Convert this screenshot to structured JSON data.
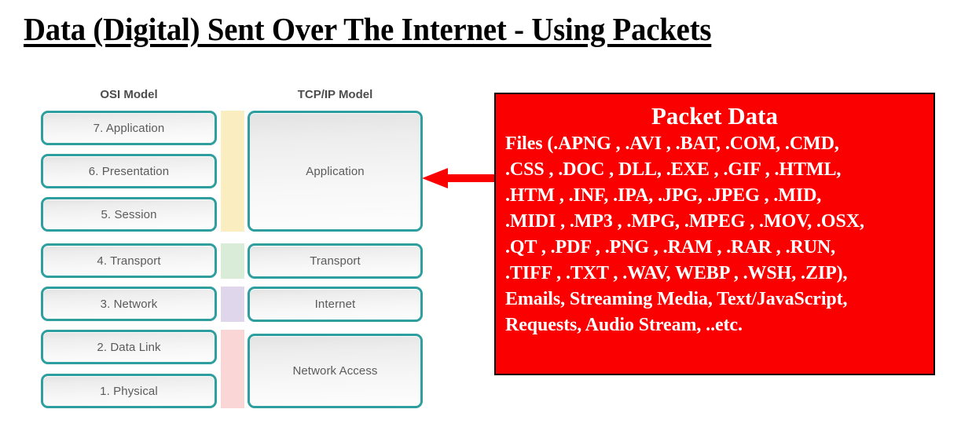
{
  "page": {
    "title": "Data (Digital) Sent Over The Internet - Using Packets"
  },
  "diagram": {
    "osi_header": "OSI Model",
    "tcpip_header": "TCP/IP Model",
    "osi_layers": [
      {
        "label": "7. Application"
      },
      {
        "label": "6. Presentation"
      },
      {
        "label": "5. Session"
      },
      {
        "label": "4. Transport"
      },
      {
        "label": "3. Network"
      },
      {
        "label": "2. Data Link"
      },
      {
        "label": "1. Physical"
      }
    ],
    "tcpip_layers": [
      {
        "label": "Application"
      },
      {
        "label": "Transport"
      },
      {
        "label": "Internet"
      },
      {
        "label": "Network Access"
      }
    ],
    "band_colors": {
      "application": "#faeec0",
      "transport": "#d8ecd8",
      "internet": "#dfd6ec",
      "network_access": "#fad6d6"
    },
    "box_border_color": "#2e9e9e",
    "label_color": "#5b5b5b"
  },
  "arrow": {
    "color": "#fb0000",
    "direction": "left"
  },
  "packet_panel": {
    "background_color": "#fb0000",
    "text_color": "#ffffff",
    "title": "Packet Data",
    "lines": [
      "Files (.APNG , .AVI , .BAT, .COM, .CMD,",
      ".CSS , .DOC , DLL, .EXE , .GIF , .HTML,",
      ".HTM , .INF, .IPA, .JPG, .JPEG , .MID,",
      ".MIDI , .MP3 , .MPG, .MPEG , .MOV, .OSX,",
      ".QT , .PDF , .PNG , .RAM , .RAR , .RUN,",
      ".TIFF , .TXT , .WAV, WEBP , .WSH, .ZIP),",
      "Emails, Streaming Media, Text/JavaScript,",
      "Requests,  Audio Stream, ..etc."
    ]
  }
}
